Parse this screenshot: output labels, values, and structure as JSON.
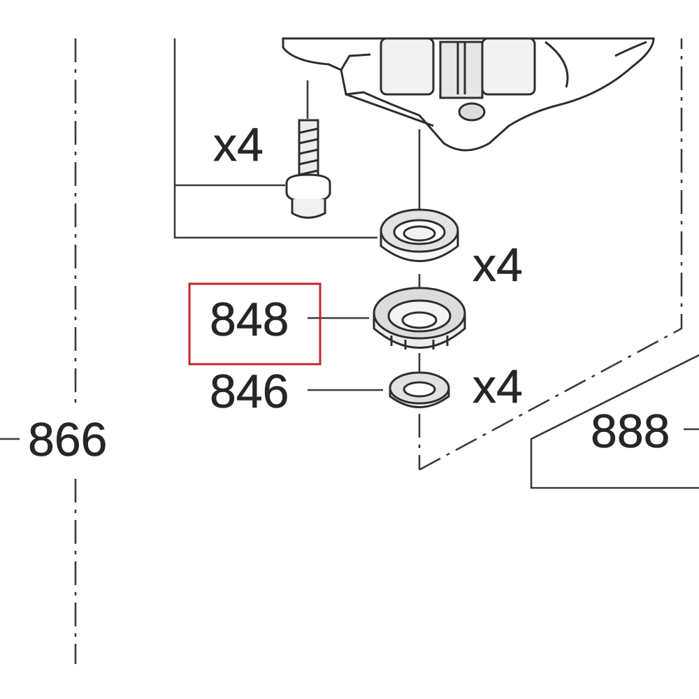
{
  "callouts": {
    "screw_qty": "x4",
    "seal_top_qty": "x4",
    "bearing_part": "848",
    "washer_part": "846",
    "washer_qty": "x4",
    "assembly_part": "866",
    "housing_part": "888"
  },
  "highlight_color": "#c0282d"
}
